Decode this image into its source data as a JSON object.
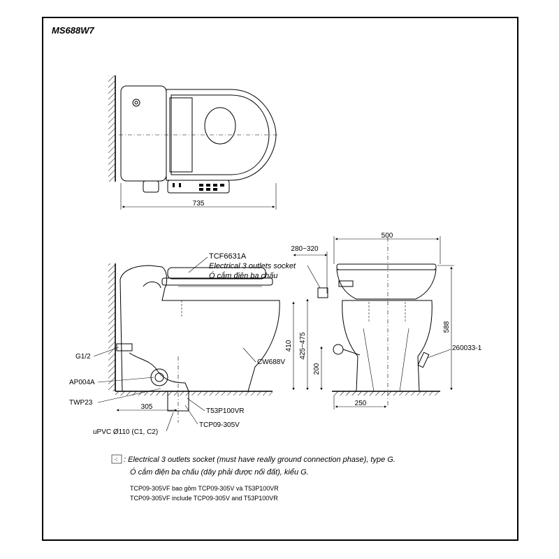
{
  "model": "MS688W7",
  "top_view": {
    "width_dim": "735"
  },
  "side_view": {
    "dims": {
      "offset": "280~320",
      "rough_in": "305",
      "height": "410",
      "outlet_height": "425~475",
      "inlet_height": "200"
    },
    "labels": {
      "seat": "TCF6631A",
      "socket_en": "Electrical 3 outlets socket",
      "socket_vn": "Ó cắm điện ba chấu",
      "inlet": "G1/2",
      "valve": "AP004A",
      "trap": "TWP23",
      "pipe": "uPVC Ø110 (C1, C2)",
      "flange": "T53P100VR",
      "adapter": "TCP09-305V",
      "body": "CW688V"
    }
  },
  "front_view": {
    "dims": {
      "width": "500",
      "height": "588",
      "base": "250"
    },
    "labels": {
      "hose": "260033-1"
    }
  },
  "notes": {
    "symbol": "⁖",
    "line1": ": Electrical 3 outlets socket (must have really ground connection phase), type G.",
    "line2": "Ó cắm điện ba chấu (dây phải được nối đất), kiểu G.",
    "line3": "TCP09-305VF bao gồm TCP09-305V và T53P100VR",
    "line4": "TCP09-305VF include TCP09-305V and T53P100VR"
  }
}
